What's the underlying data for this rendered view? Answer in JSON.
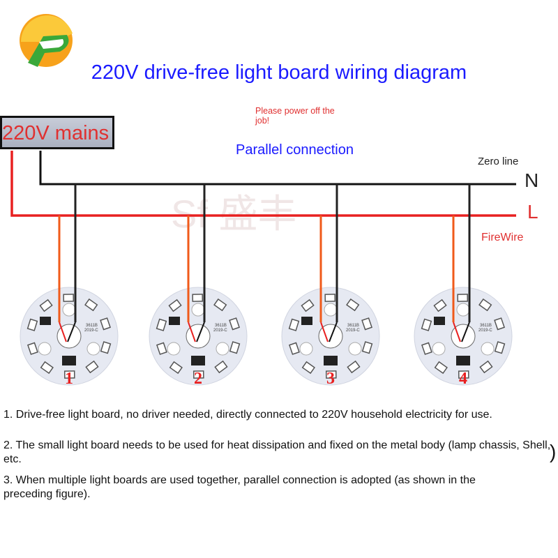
{
  "title": "220V drive-free light board wiring diagram",
  "mains_label": "220V mains",
  "warning": "Please power off the job!",
  "connection_type": "Parallel connection",
  "zero_line_label": "Zero line",
  "neutral_symbol": "N",
  "live_symbol": "L",
  "live_label": "FireWire",
  "watermark": "Sf 盛丰",
  "boards": [
    {
      "number": "1",
      "model": "3611B",
      "date": "2019-C"
    },
    {
      "number": "2",
      "model": "3611B",
      "date": "2019-C"
    },
    {
      "number": "3",
      "model": "3611B",
      "date": "2019-C"
    },
    {
      "number": "4",
      "model": "3611B",
      "date": "2019-C"
    }
  ],
  "notes": [
    "1. Drive-free light board, no driver needed, directly connected to 220V household electricity for use.",
    "2. The small light board needs to be used for heat dissipation and fixed on the metal body (lamp chassis, Shell, etc.",
    "3. When multiple light boards are used together, parallel connection is adopted (as shown in the preceding figure)."
  ],
  "notes_trailing_paren": ")",
  "colors": {
    "title": "#1a1aff",
    "live": "#e82020",
    "neutral": "#111111",
    "drop_live": "#f05a1a"
  }
}
